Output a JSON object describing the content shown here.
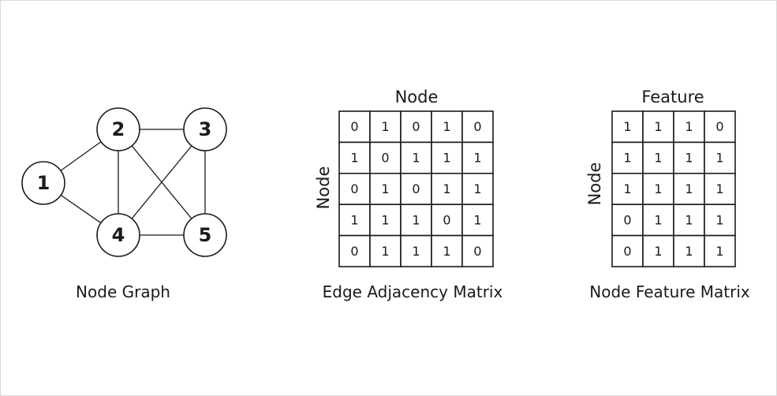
{
  "node_graph": {
    "caption": "Node Graph",
    "nodes": [
      {
        "id": "1",
        "label": "1"
      },
      {
        "id": "2",
        "label": "2"
      },
      {
        "id": "3",
        "label": "3"
      },
      {
        "id": "4",
        "label": "4"
      },
      {
        "id": "5",
        "label": "5"
      }
    ],
    "edges": [
      [
        "1",
        "2"
      ],
      [
        "1",
        "4"
      ],
      [
        "2",
        "3"
      ],
      [
        "2",
        "4"
      ],
      [
        "2",
        "5"
      ],
      [
        "3",
        "4"
      ],
      [
        "3",
        "5"
      ],
      [
        "4",
        "5"
      ]
    ]
  },
  "adjacency_matrix": {
    "caption": "Edge Adjacency Matrix",
    "column_title": "Node",
    "row_title": "Node",
    "rows": [
      [
        "0",
        "1",
        "0",
        "1",
        "0"
      ],
      [
        "1",
        "0",
        "1",
        "1",
        "1"
      ],
      [
        "0",
        "1",
        "0",
        "1",
        "1"
      ],
      [
        "1",
        "1",
        "1",
        "0",
        "1"
      ],
      [
        "0",
        "1",
        "1",
        "1",
        "0"
      ]
    ]
  },
  "feature_matrix": {
    "caption": "Node Feature Matrix",
    "column_title": "Feature",
    "row_title": "Node",
    "rows": [
      [
        "1",
        "1",
        "1",
        "0"
      ],
      [
        "1",
        "1",
        "1",
        "1"
      ],
      [
        "1",
        "1",
        "1",
        "1"
      ],
      [
        "0",
        "1",
        "1",
        "1"
      ],
      [
        "0",
        "1",
        "1",
        "1"
      ]
    ]
  }
}
